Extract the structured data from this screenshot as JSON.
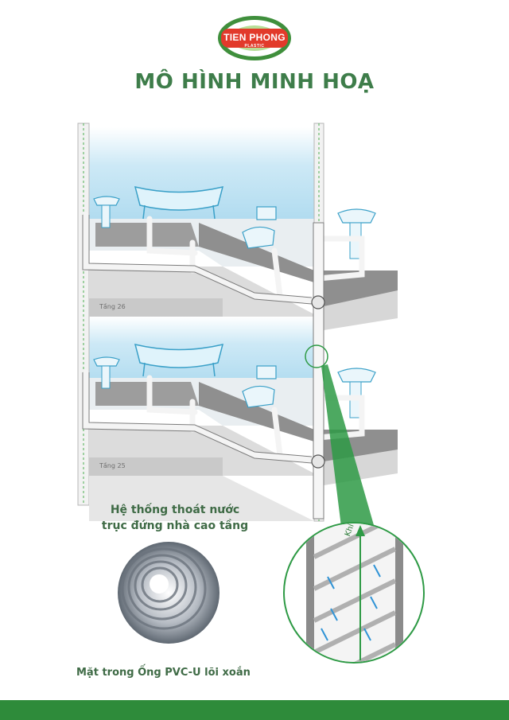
{
  "header": {
    "logo_text": "TIEN PHONG",
    "logo_subtext": "PLASTIC",
    "title": "MÔ HÌNH MINH HOẠ"
  },
  "diagram": {
    "floor_upper_label": "Tầng 26",
    "floor_lower_label": "Tầng 25",
    "zoom_label": "Khí"
  },
  "captions": {
    "system_line1": "Hệ thống thoát nước",
    "system_line2": "trục đứng nhà cao tầng",
    "pipe_interior": "Mặt trong Ống PVC-U lõi xoắn"
  },
  "colors": {
    "brand_green": "#2e8b3a",
    "title_green": "#3e7d4a",
    "logo_red": "#e23a2b",
    "sky_blue": "#bfe3f4",
    "slab_gray": "#9a9a9a",
    "flow_arrow": "#2f93d6"
  }
}
